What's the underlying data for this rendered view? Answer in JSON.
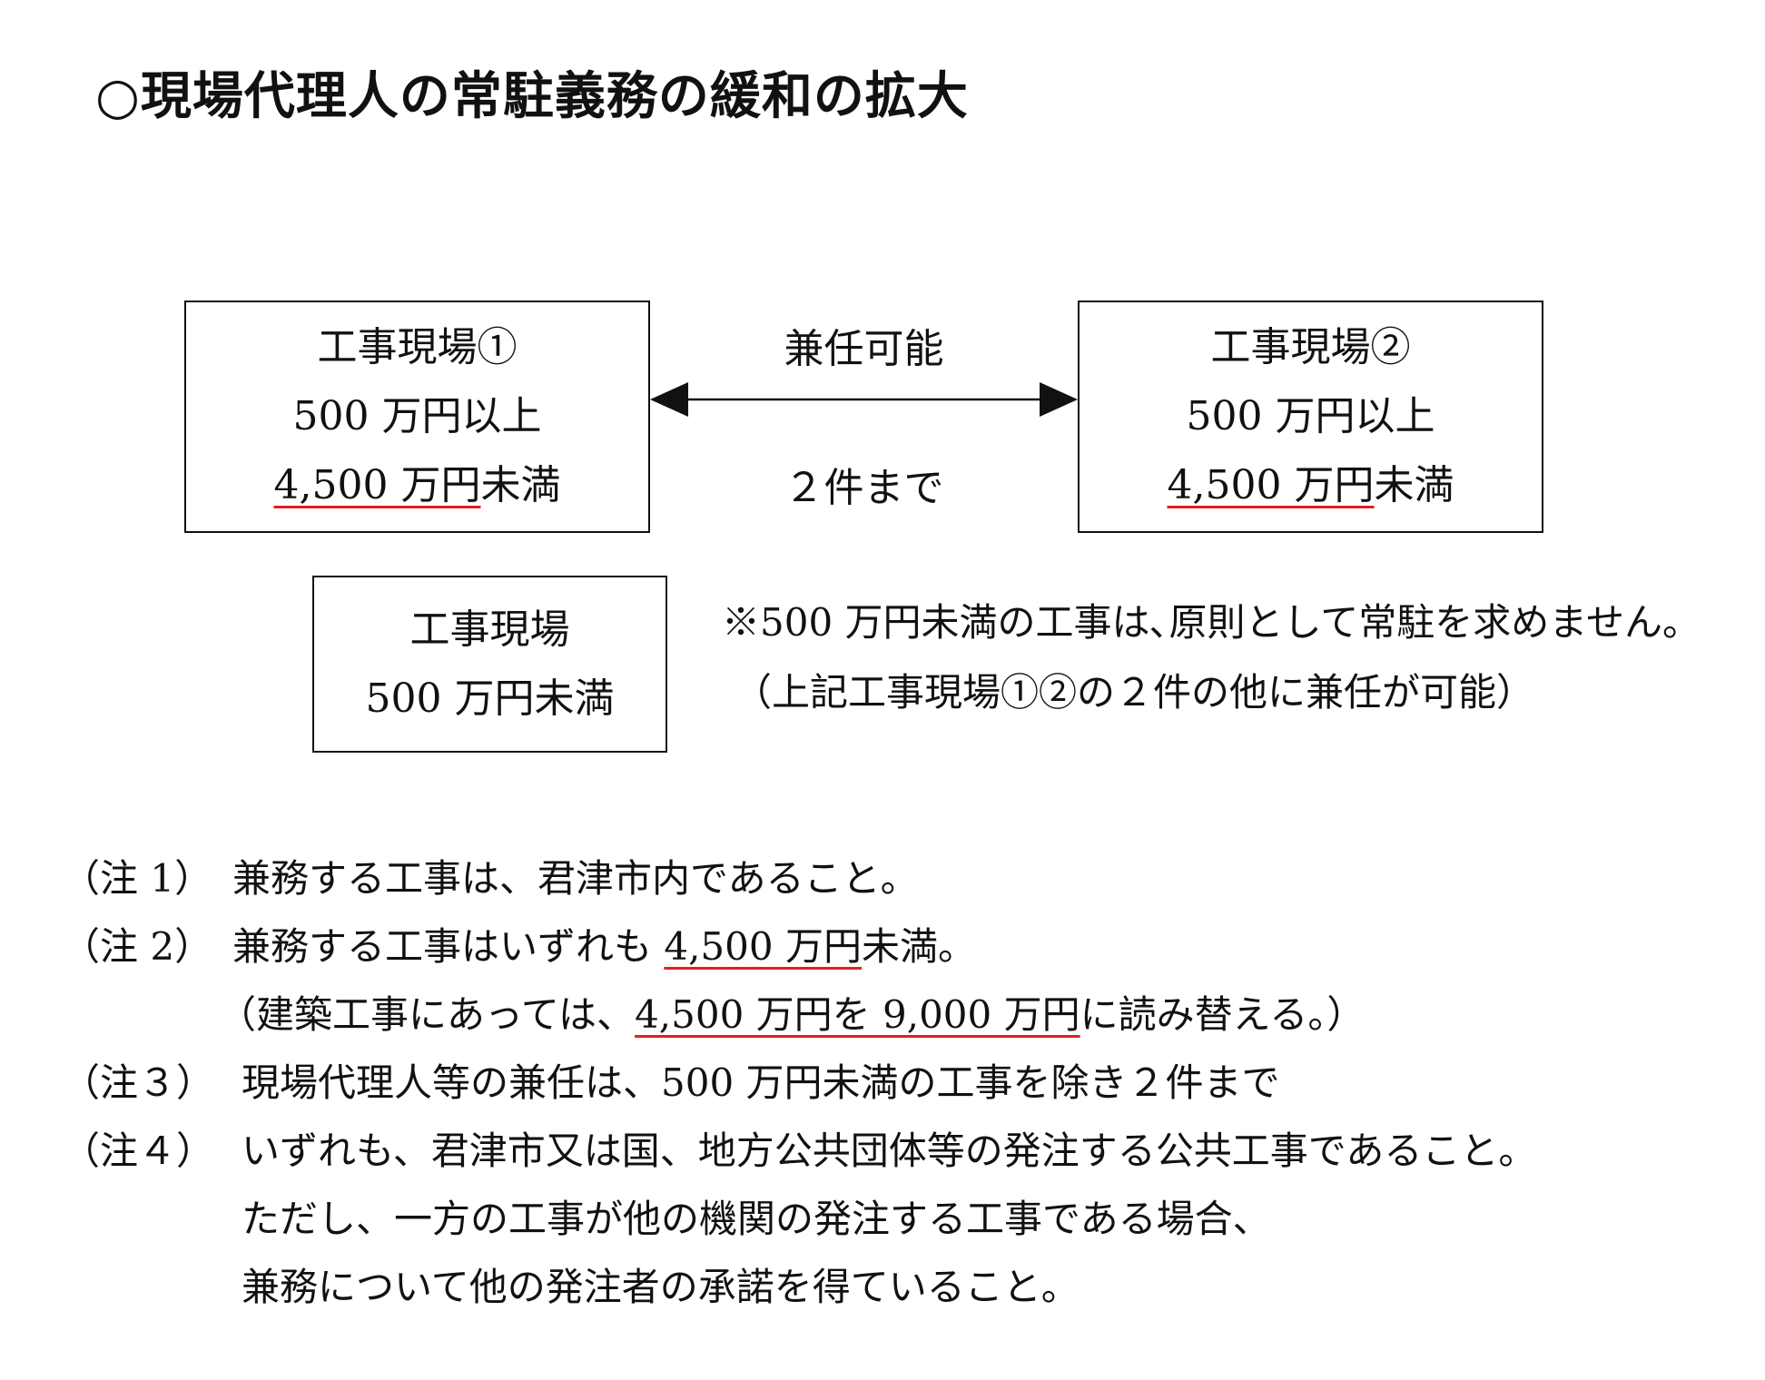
{
  "title": "○現場代理人の常駐義務の緩和の拡大",
  "site1": {
    "name": "工事現場①",
    "lower": "500 万円以上",
    "upper_amount": "4,500 万円",
    "upper_suffix": "未満"
  },
  "site2": {
    "name": "工事現場②",
    "lower": "500 万円以上",
    "upper_amount": "4,500 万円",
    "upper_suffix": "未満"
  },
  "connector": {
    "top_label": "兼任可能",
    "bottom_label": "２件まで"
  },
  "site3": {
    "name": "工事現場",
    "range": "500 万円未満"
  },
  "remark": {
    "line1": "※500 万円未満の工事は､原則として常駐を求めません。",
    "line2": "（上記工事現場①②の２件の他に兼任が可能）"
  },
  "notes": [
    {
      "label": "（注 1）",
      "text": "兼務する工事は、君津市内であること。"
    },
    {
      "label": "（注 2）",
      "text_before": "兼務する工事はいずれも ",
      "text_amount": "4,500 万円",
      "text_after": "未満。"
    },
    {
      "label": "（注３）",
      "text": "現場代理人等の兼任は、500 万円未満の工事を除き２件まで"
    },
    {
      "label": "（注４）",
      "text": "いずれも、君津市又は国、地方公共団体等の発注する公共工事であること。"
    }
  ],
  "note2_cont": {
    "before": "（建築工事にあっては、",
    "amount": "4,500 万円を 9,000 万円",
    "after": "に読み替える。）"
  },
  "note4_cont": [
    "ただし、一方の工事が他の機関の発注する工事である場合、",
    "兼務について他の発注者の承諾を得ていること。"
  ],
  "colors": {
    "underline": "#e02020",
    "text": "#111111"
  }
}
